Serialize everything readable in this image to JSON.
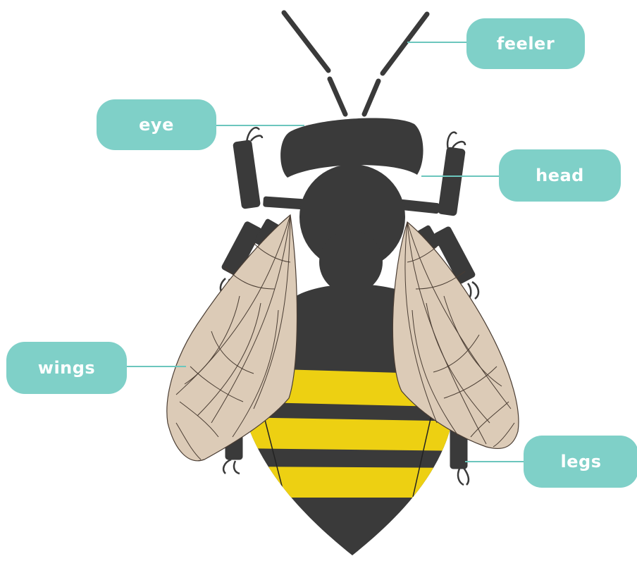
{
  "labels": {
    "feeler": "feeler",
    "eye": "eye",
    "head": "head",
    "wings": "wings",
    "legs": "legs"
  },
  "colors": {
    "label_bg": "#7fd0c8",
    "leader_line": "#6cc6bd",
    "body": "#3a3a3a",
    "stripe": "#edd012",
    "wing": "#dccbb7",
    "wing_vein": "#4a3d33"
  }
}
